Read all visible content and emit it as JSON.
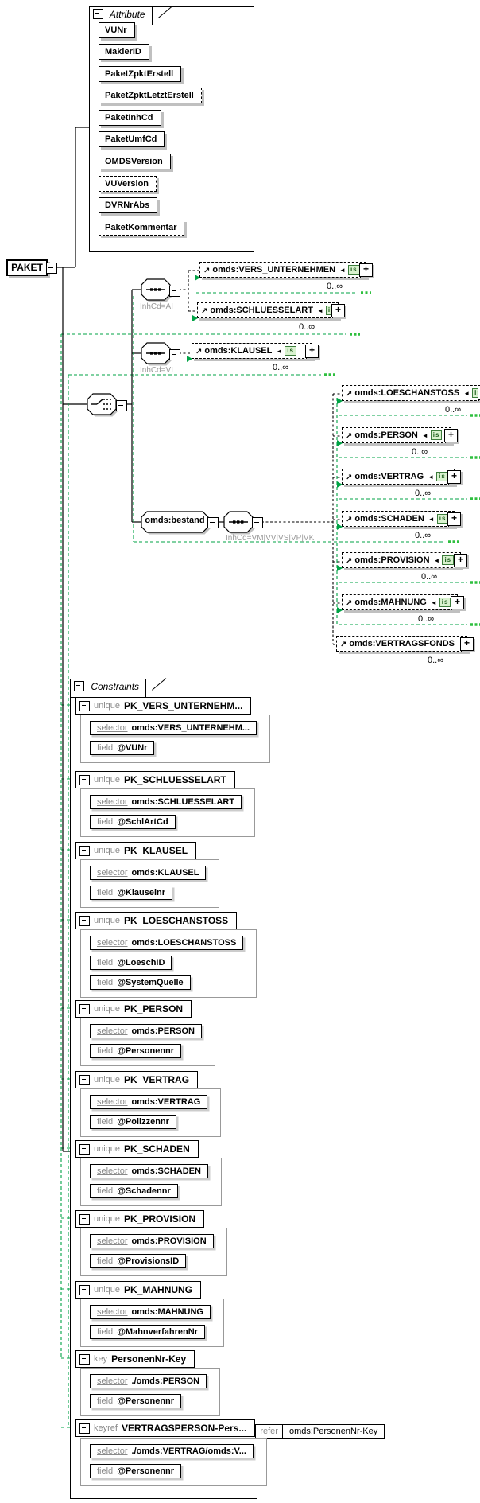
{
  "root_element": {
    "label": "PAKET"
  },
  "labels": {
    "occurs": "0..∞",
    "badge": "is",
    "expand_icon": "+"
  },
  "keywords": {
    "selector": "selector",
    "field": "field",
    "refer": "refer"
  },
  "colors": {
    "constraint_path_green": "#00a345",
    "dots_green": "#2fbf3f",
    "shadow_gray": "#c0c0c0",
    "muted_text": "#9a9a9a"
  },
  "attributes_panel": {
    "title": "Attribute",
    "items": [
      {
        "label": "VUNr",
        "optional": false
      },
      {
        "label": "MaklerID",
        "optional": false
      },
      {
        "label": "PaketZpktErstell",
        "optional": false
      },
      {
        "label": "PaketZpktLetztErstell",
        "optional": true
      },
      {
        "label": "PaketInhCd",
        "optional": false
      },
      {
        "label": "PaketUmfCd",
        "optional": false
      },
      {
        "label": "OMDSVersion",
        "optional": false
      },
      {
        "label": "VUVersion",
        "optional": true
      },
      {
        "label": "DVRNrAbs",
        "optional": false
      },
      {
        "label": "PaketKommentar",
        "optional": true
      }
    ]
  },
  "model": {
    "choice_groups": [
      {
        "kind": "sequence",
        "condition": "InhCd=AI",
        "children": [
          "omds:VERS_UNTERNEHMEN",
          "omds:SCHLUESSELART"
        ]
      },
      {
        "kind": "sequence",
        "condition": "InhCd=VI",
        "children": [
          "omds:KLAUSEL"
        ]
      },
      {
        "kind": "sequence",
        "element": "omds:bestand",
        "condition": "InhCd=VM|VV|VS|VP|VK",
        "children": [
          "omds:LOESCHANSTOSS",
          "omds:PERSON",
          "omds:VERTRAG",
          "omds:SCHADEN",
          "omds:PROVISION",
          "omds:MAHNUNG",
          "omds:VERTRAGSFONDS"
        ]
      }
    ],
    "elements": [
      {
        "name": "omds:VERS_UNTERNEHMEN",
        "occurs": "0..∞",
        "constraint_badge": true
      },
      {
        "name": "omds:SCHLUESSELART",
        "occurs": "0..∞",
        "constraint_badge": true
      },
      {
        "name": "omds:KLAUSEL",
        "occurs": "0..∞",
        "constraint_badge": true
      },
      {
        "name": "omds:LOESCHANSTOSS",
        "occurs": "0..∞",
        "constraint_badge": true
      },
      {
        "name": "omds:PERSON",
        "occurs": "0..∞",
        "constraint_badge": true
      },
      {
        "name": "omds:VERTRAG",
        "occurs": "0..∞",
        "constraint_badge": true
      },
      {
        "name": "omds:SCHADEN",
        "occurs": "0..∞",
        "constraint_badge": true
      },
      {
        "name": "omds:PROVISION",
        "occurs": "0..∞",
        "constraint_badge": true
      },
      {
        "name": "omds:MAHNUNG",
        "occurs": "0..∞",
        "constraint_badge": true
      },
      {
        "name": "omds:VERTRAGSFONDS",
        "occurs": "0..∞",
        "constraint_badge": false
      }
    ]
  },
  "constraints_panel": {
    "title": "Constraints",
    "items": [
      {
        "kind": "unique",
        "name": "PK_VERS_UNTERNEHM...",
        "selector": "omds:VERS_UNTERNEHM...",
        "fields": [
          "@VUNr"
        ]
      },
      {
        "kind": "unique",
        "name": "PK_SCHLUESSELART",
        "selector": "omds:SCHLUESSELART",
        "fields": [
          "@SchlArtCd"
        ]
      },
      {
        "kind": "unique",
        "name": "PK_KLAUSEL",
        "selector": "omds:KLAUSEL",
        "fields": [
          "@Klauselnr"
        ]
      },
      {
        "kind": "unique",
        "name": "PK_LOESCHANSTOSS",
        "selector": "omds:LOESCHANSTOSS",
        "fields": [
          "@LoeschID",
          "@SystemQuelle"
        ]
      },
      {
        "kind": "unique",
        "name": "PK_PERSON",
        "selector": "omds:PERSON",
        "fields": [
          "@Personennr"
        ]
      },
      {
        "kind": "unique",
        "name": "PK_VERTRAG",
        "selector": "omds:VERTRAG",
        "fields": [
          "@Polizzennr"
        ]
      },
      {
        "kind": "unique",
        "name": "PK_SCHADEN",
        "selector": "omds:SCHADEN",
        "fields": [
          "@Schadennr"
        ]
      },
      {
        "kind": "unique",
        "name": "PK_PROVISION",
        "selector": "omds:PROVISION",
        "fields": [
          "@ProvisionsID"
        ]
      },
      {
        "kind": "unique",
        "name": "PK_MAHNUNG",
        "selector": "omds:MAHNUNG",
        "fields": [
          "@MahnverfahrenNr"
        ]
      },
      {
        "kind": "key",
        "name": "PersonenNr-Key",
        "selector": "./omds:PERSON",
        "fields": [
          "@Personennr"
        ]
      },
      {
        "kind": "keyref",
        "name": "VERTRAGSPERSON-Pers...",
        "refer": "omds:PersonenNr-Key",
        "selector": "./omds:VERTRAG/omds:V...",
        "fields": [
          "@Personennr"
        ]
      }
    ]
  }
}
